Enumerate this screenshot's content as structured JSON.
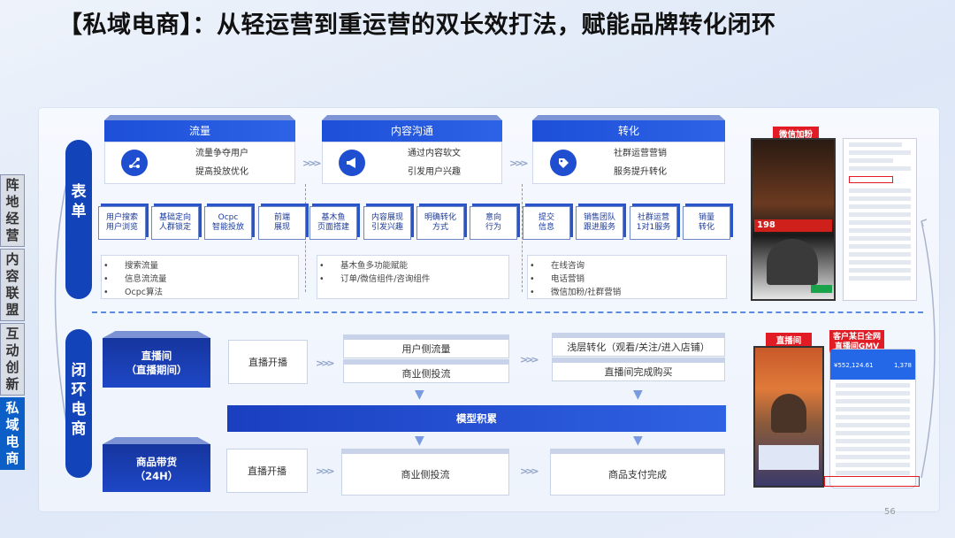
{
  "title": "【私域电商】：从轻运营到重运营的双长效打法，赋能品牌转化闭环",
  "sidebar": [
    {
      "label": "阵地经营",
      "active": false
    },
    {
      "label": "内容联盟",
      "active": false
    },
    {
      "label": "互动创新",
      "active": false
    },
    {
      "label": "私域电商",
      "active": true
    }
  ],
  "form_section": {
    "label": "表单",
    "stages": [
      {
        "title": "流量",
        "icon": "share-icon",
        "lines": [
          "流量争夺用户",
          "提高投放优化"
        ]
      },
      {
        "title": "内容沟通",
        "icon": "megaphone-icon",
        "lines": [
          "通过内容软文",
          "引发用户兴趣"
        ]
      },
      {
        "title": "转化",
        "icon": "tag-icon",
        "lines": [
          "社群运营营销",
          "服务提升转化"
        ]
      }
    ],
    "steps": [
      "用户搜索\n用户浏览",
      "基础定向\n人群锁定",
      "Ocpc\n智能投放",
      "前端\n展现",
      "基木鱼\n页面搭建",
      "内容展现\n引发兴趣",
      "明确转化\n方式",
      "意向\n行为",
      "提交\n信息",
      "销售团队\n跟进服务",
      "社群运营\n1对1服务",
      "销量\n转化"
    ],
    "bullets": [
      [
        "搜索流量",
        "信息流流量",
        "Ocpc算法"
      ],
      [
        "基木鱼多功能赋能",
        "订单/微信组件/咨询组件"
      ],
      [
        "在线咨询",
        "电话营销",
        "微信加粉/社群营销"
      ]
    ],
    "side_tag": "微信加粉",
    "ad_price": "198"
  },
  "loop_section": {
    "label": "闭环电商",
    "live": {
      "title": "直播间\n（直播期间）",
      "start": "直播开播",
      "mid": [
        "用户侧流量",
        "商业侧投流"
      ],
      "right": [
        "浅层转化（观看/关注/进入店铺）",
        "直播间完成购买"
      ]
    },
    "model_bar": "模型积累",
    "goods": {
      "title": "商品带货\n（24H）",
      "start": "直播开播",
      "mid": "商业侧投流",
      "right": "商品支付完成"
    },
    "side_tags": [
      "直播间",
      "客户某日全网直播间GMV"
    ],
    "gmv_value": "¥552,124.61",
    "gmv_count": "1,378"
  },
  "page_number": "56"
}
